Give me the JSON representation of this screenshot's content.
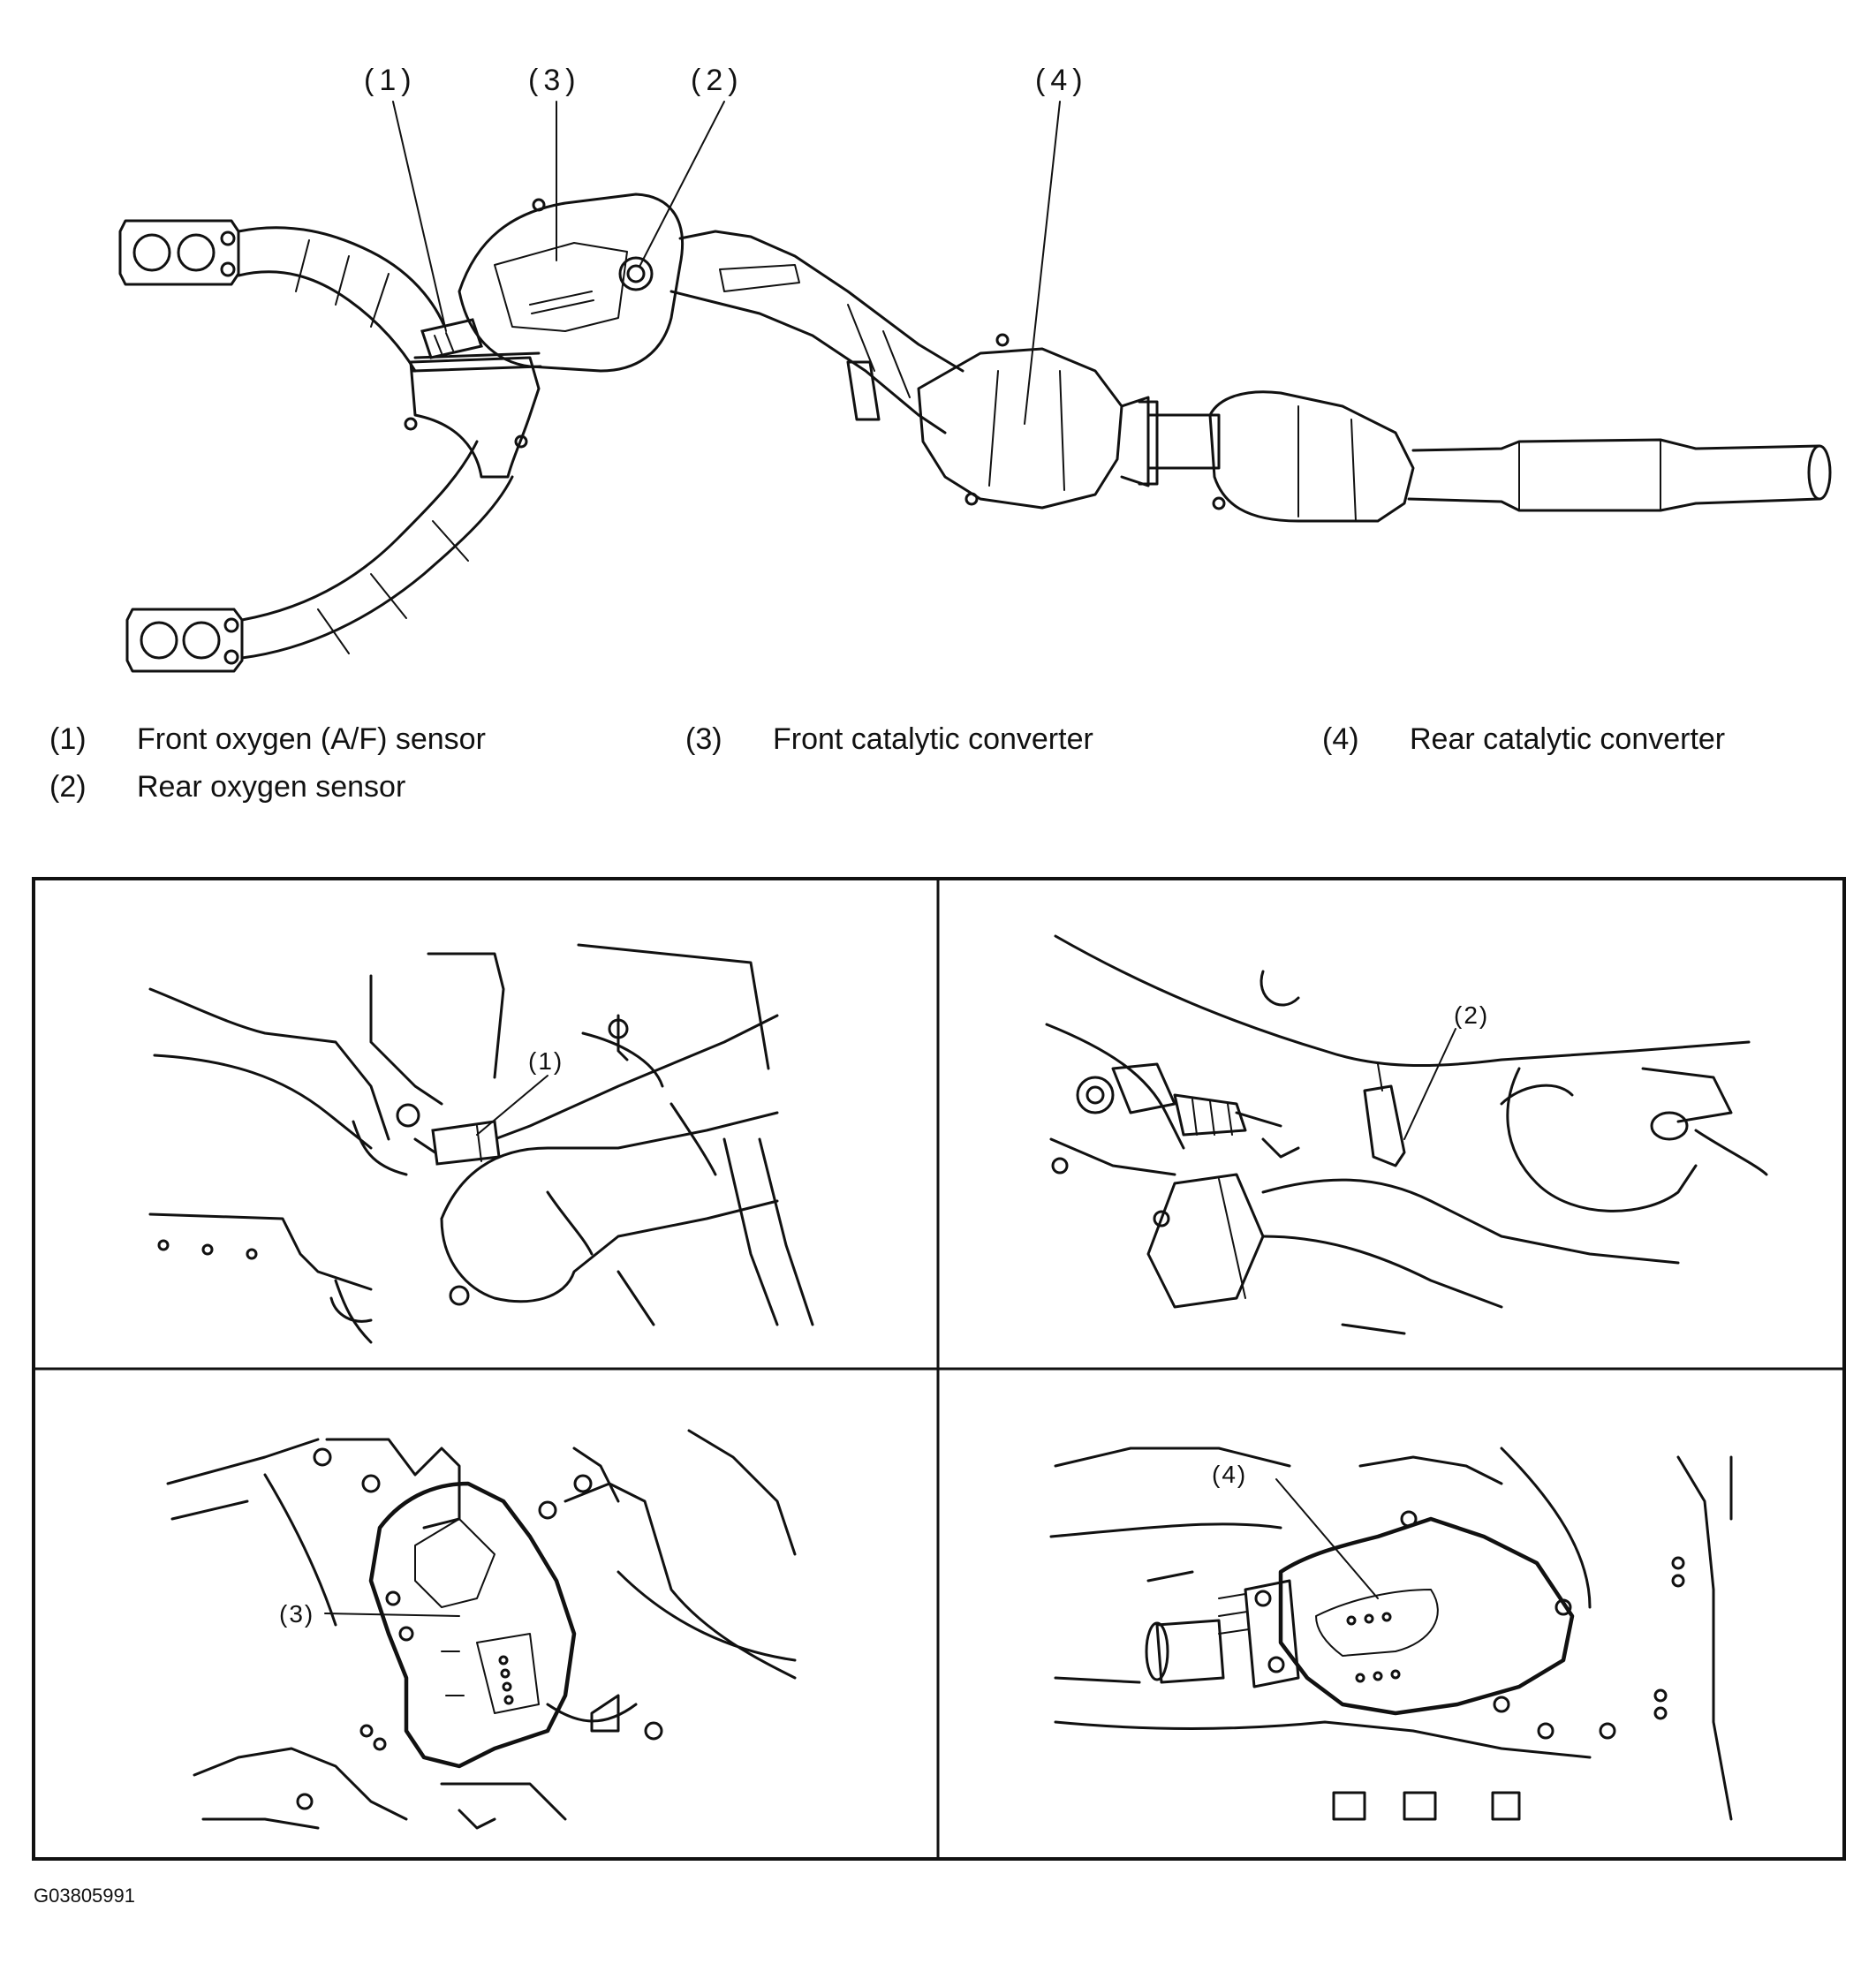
{
  "overview": {
    "callouts": {
      "c1": "(1)",
      "c2": "(2)",
      "c3": "(3)",
      "c4": "(4)"
    }
  },
  "legend": {
    "items": [
      {
        "num": "(1)",
        "text": "Front oxygen (A/F) sensor"
      },
      {
        "num": "(2)",
        "text": "Rear oxygen sensor"
      },
      {
        "num": "(3)",
        "text": "Front catalytic converter"
      },
      {
        "num": "(4)",
        "text": "Rear catalytic converter"
      }
    ]
  },
  "panels": {
    "p1": "(1)",
    "p2": "(2)",
    "p3": "(3)",
    "p4": "(4)"
  },
  "figure_code": "G03805991"
}
